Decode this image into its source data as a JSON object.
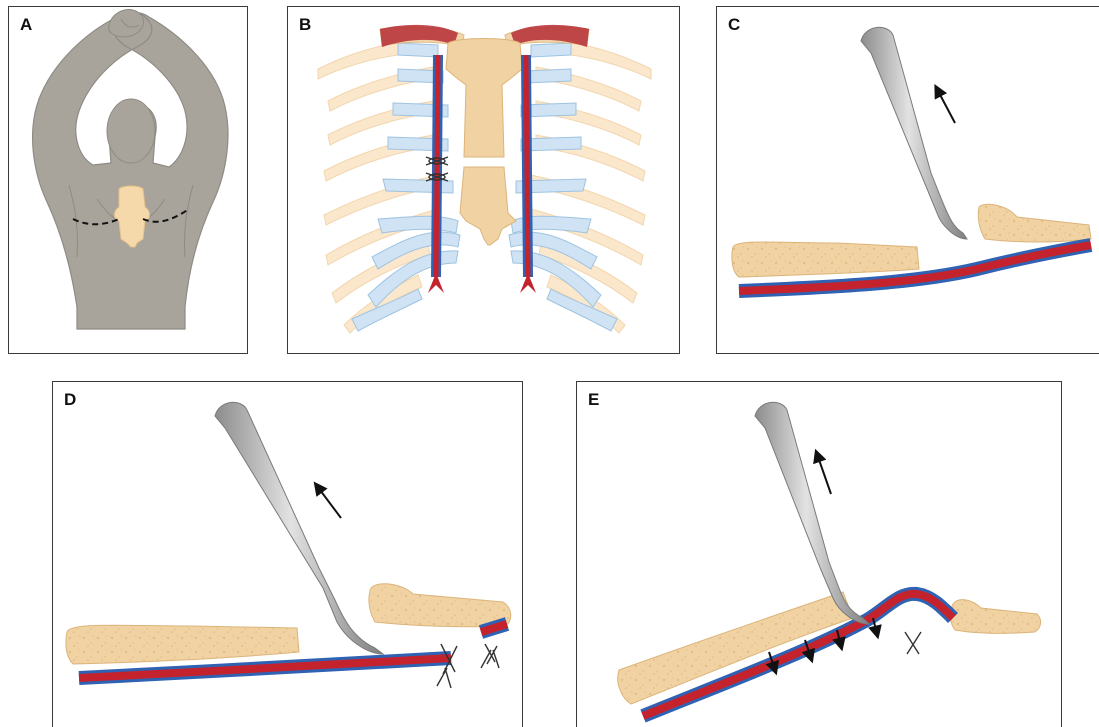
{
  "figure": {
    "panels": [
      {
        "id": "a",
        "label": "A"
      },
      {
        "id": "b",
        "label": "B"
      },
      {
        "id": "c",
        "label": "C"
      },
      {
        "id": "d",
        "label": "D"
      },
      {
        "id": "e",
        "label": "E"
      }
    ]
  },
  "colors": {
    "bone": "#f1d2a2",
    "bone_edge": "#dcb47a",
    "skin": "#a8a49c",
    "skin_shadow": "#8f8b84",
    "cartilage": "#cfe3f4",
    "cartilage_edge": "#9fc3e0",
    "artery_red": "#c4232e",
    "vessel_blue": "#2f62b3",
    "muscle_red": "#b73238",
    "instrument_light": "#d6d6d6",
    "instrument_dark": "#8c8c8c",
    "arrow": "#111111"
  },
  "icons": {
    "retractor": "periosteal-elevator-icon",
    "suture": "ligature-icon",
    "arrow": "direction-arrow-icon"
  }
}
